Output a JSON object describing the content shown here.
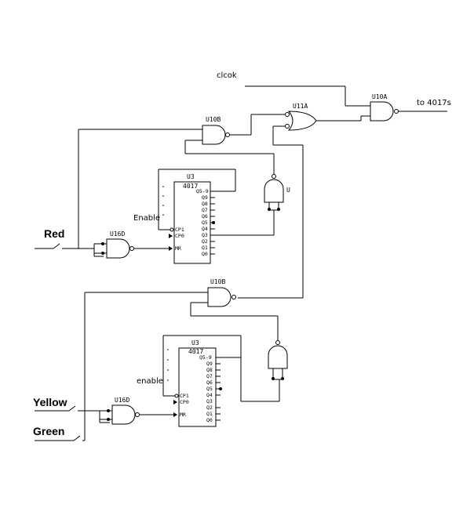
{
  "labels": {
    "clock": "clcok",
    "to_4017s": "to 4017s",
    "red": "Red",
    "yellow": "Yellow",
    "green": "Green",
    "enable_upper": "Enable",
    "enable_lower": "enable"
  },
  "gates": {
    "u10a": "U10A",
    "u11a": "U11A",
    "u10b_top": "U10B",
    "u10b_bottom": "U10B",
    "u16d_top": "U16D",
    "u16d_bottom": "U16D",
    "u_upper": "U"
  },
  "counters": {
    "upper": {
      "ref": "U3",
      "part": "4017"
    },
    "lower": {
      "ref": "U3",
      "part": "4017"
    }
  },
  "pins": {
    "outputs": [
      "Q5-9",
      "Q9",
      "Q8",
      "Q7",
      "Q6",
      "Q5",
      "Q4",
      "Q3",
      "Q2",
      "Q1",
      "Q0"
    ],
    "inputs": [
      "CP1",
      "CP0",
      "MR"
    ]
  }
}
